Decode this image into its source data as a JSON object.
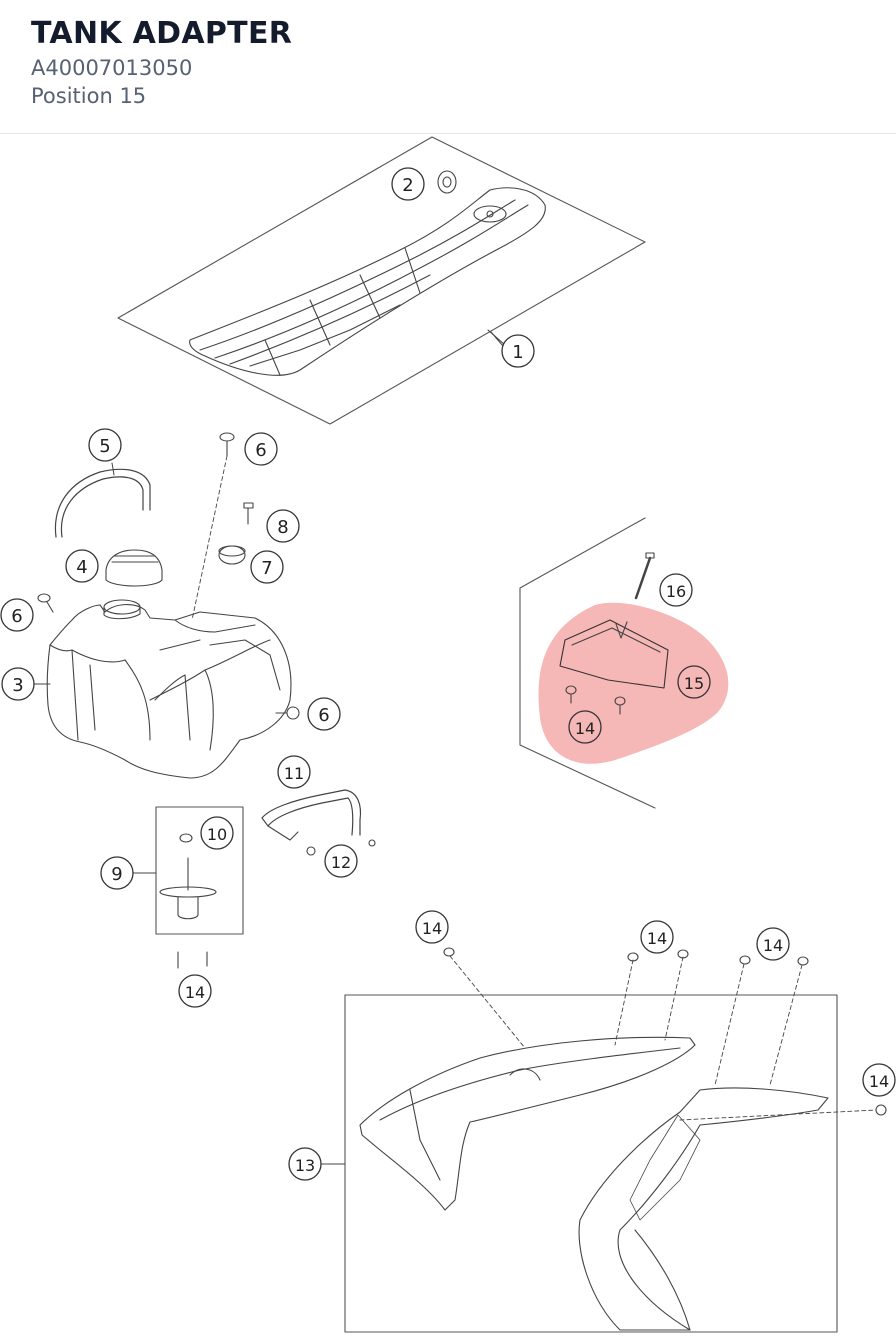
{
  "header": {
    "title": "TANK ADAPTER",
    "part_number": "A40007013050",
    "position": "Position 15"
  },
  "diagram": {
    "highlight_color": "#f08a8a",
    "callouts": {
      "c1": "1",
      "c2": "2",
      "c3": "3",
      "c4": "4",
      "c5": "5",
      "c6a": "6",
      "c6b": "6",
      "c6c": "6",
      "c7": "7",
      "c8": "8",
      "c9": "9",
      "c10": "10",
      "c11": "11",
      "c12": "12",
      "c13": "13",
      "c14a": "14",
      "c14b": "14",
      "c14c": "14",
      "c14d": "14",
      "c14e": "14",
      "c14f": "14",
      "c15": "15",
      "c16": "16"
    }
  }
}
